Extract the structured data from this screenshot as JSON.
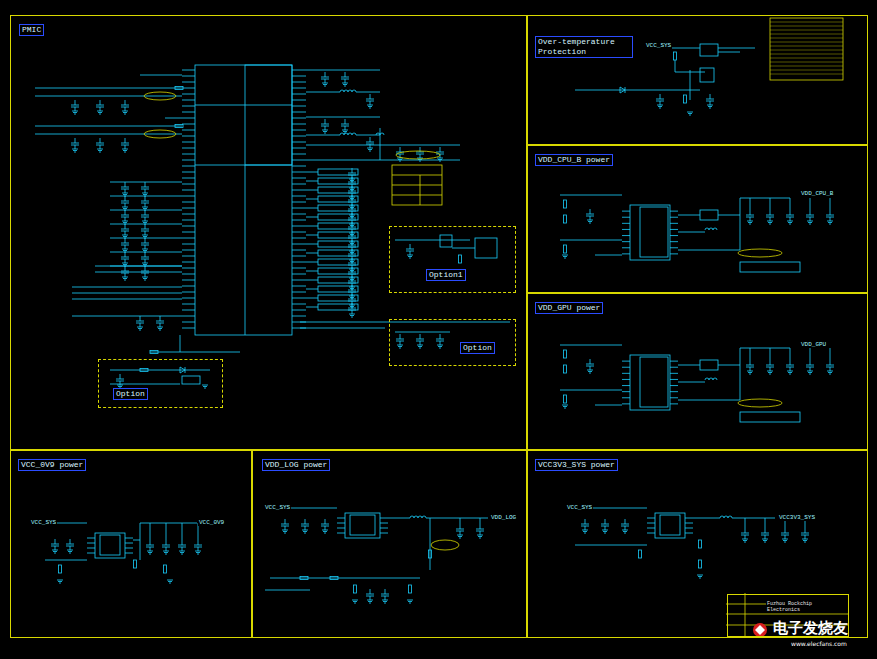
{
  "diagram": {
    "nodes": [
      {
        "text": [
          "PMIC"
        ]
      },
      {
        "text": [
          "Over-temperature Protection"
        ]
      },
      {
        "text": [
          "VDD_CPU_B power"
        ]
      },
      {
        "text": [
          "VDD_GPU power"
        ]
      },
      {
        "text": [
          "VCC_0V9 power"
        ]
      },
      {
        "text": [
          "VDD_LOG power"
        ]
      },
      {
        "text": [
          "VCC3V3_SYS power"
        ]
      },
      {
        "text": [
          "Option1"
        ],
        "in": 0
      },
      {
        "text": [
          "Option"
        ],
        "in": 0
      },
      {
        "text": [
          "Option"
        ],
        "in": 0
      },
      {
        "text": [
          "Fuzhou Rockchip Electronics"
        ],
        "in": 6
      }
    ],
    "labels": [
      "VDD_CPU_B",
      "VDD_GPU",
      "VCC_0V9",
      "VDD_LOG",
      "VCC3V3_SYS",
      "VCC_SYS",
      "VCC_SYS",
      "VCC_SYS",
      "VCC_SYS",
      "电子发烧友",
      "www.elecfans.com"
    ]
  }
}
